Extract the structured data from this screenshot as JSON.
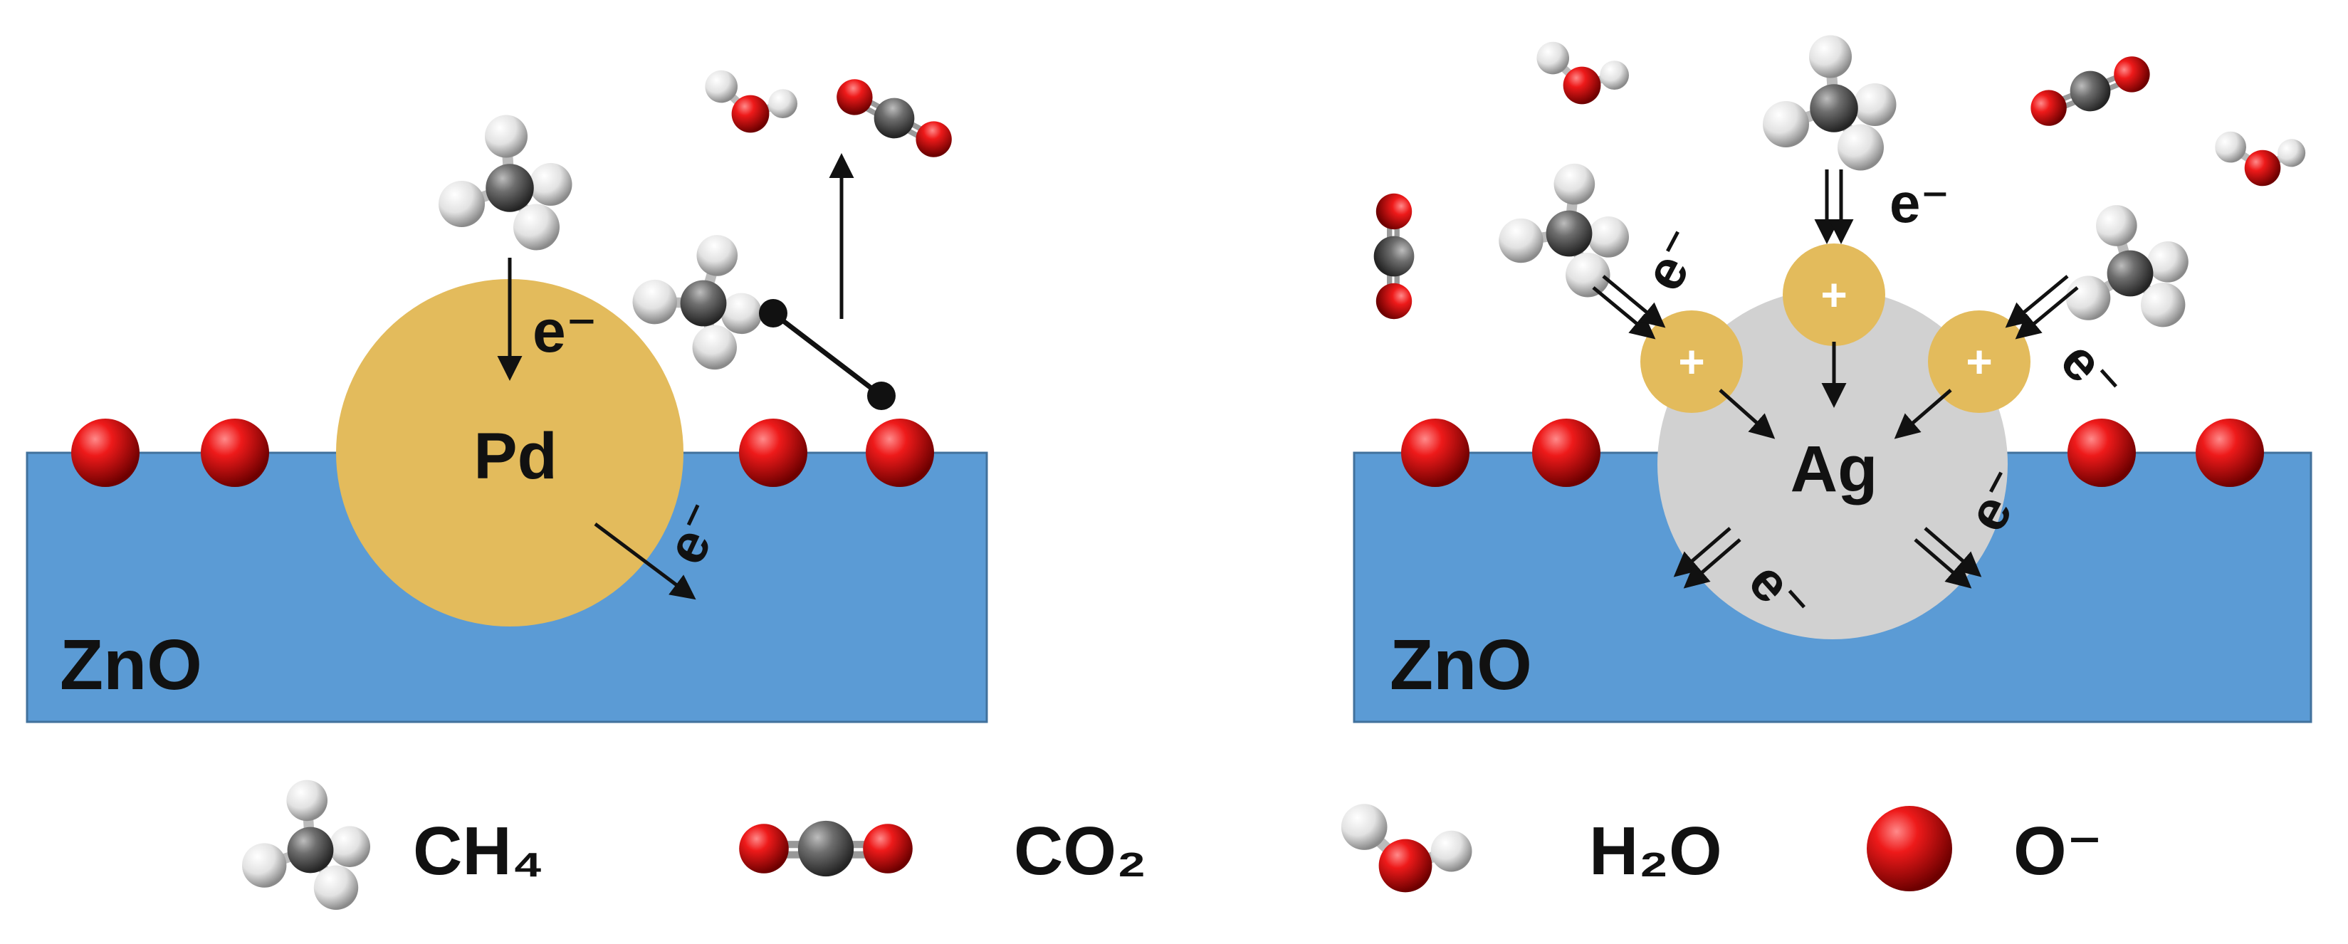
{
  "left_panel": {
    "substrate_label": "ZnO",
    "particle_label": "Pd",
    "electron_label": "e⁻",
    "electron_label_out": "e⁻"
  },
  "right_panel": {
    "substrate_label": "ZnO",
    "particle_label": "Ag",
    "site_symbol": "+",
    "electron_labels": [
      "e⁻",
      "e⁻",
      "e⁻",
      "e⁻",
      "e⁻"
    ]
  },
  "legend": [
    {
      "icon": "methane-molecule-icon",
      "label": "CH₄"
    },
    {
      "icon": "carbon-dioxide-molecule-icon",
      "label": "CO₂"
    },
    {
      "icon": "water-molecule-icon",
      "label": "H₂O"
    },
    {
      "icon": "oxygen-ion-icon",
      "label": "O⁻"
    }
  ],
  "colors": {
    "substrate": "#5b9bd5",
    "substrate_edge": "#41719c",
    "pd_particle": "#e3bb5c",
    "ag_particle": "#d1d1d1",
    "oxygen": "#e8101c",
    "carbon": "#6a6a6a",
    "hydrogen": "#e6e6e6"
  }
}
